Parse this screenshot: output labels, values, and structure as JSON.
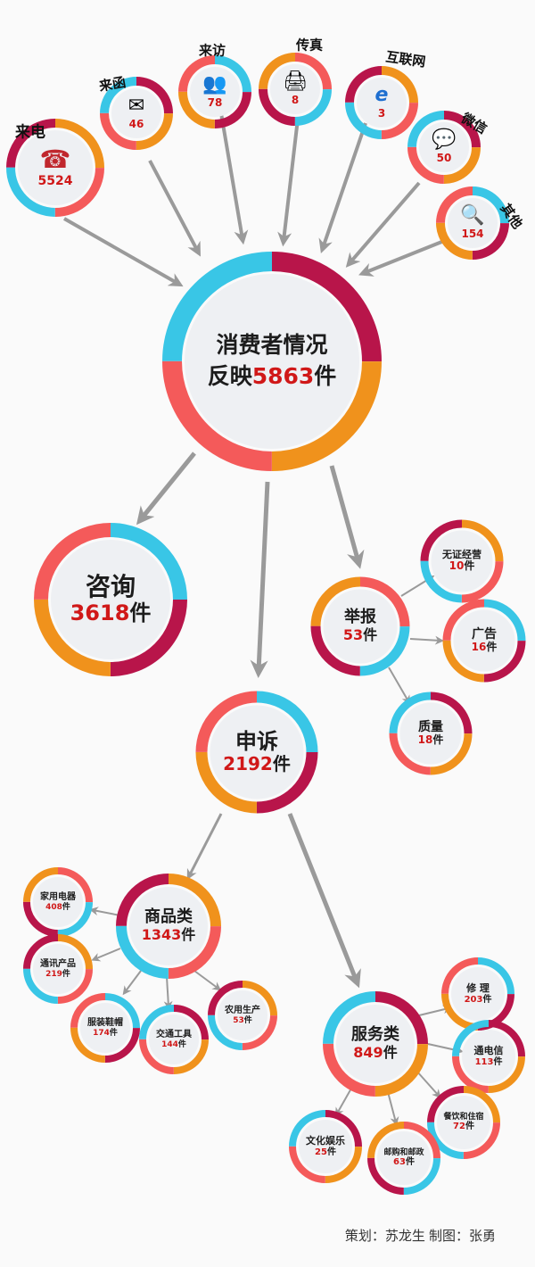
{
  "colors": {
    "red": "#b8154a",
    "orange": "#f0921c",
    "cyan": "#39c6e6",
    "coral": "#f45a5a",
    "number_red": "#d01818",
    "arrow_gray": "#9a9a9a"
  },
  "center": {
    "line1": "消费者情况",
    "line2_prefix": "反映",
    "line2_number": "5863",
    "line2_unit": "件"
  },
  "sources": [
    {
      "label": "来电",
      "value": "5524",
      "icon": "telephone-icon",
      "glyph": "☎"
    },
    {
      "label": "来函",
      "value": "46",
      "icon": "envelope-icon",
      "glyph": "✉"
    },
    {
      "label": "来访",
      "value": "78",
      "icon": "people-icon",
      "glyph": "👥"
    },
    {
      "label": "传真",
      "value": "8",
      "icon": "fax-icon",
      "glyph": "🖨"
    },
    {
      "label": "互联网",
      "value": "3",
      "icon": "internet-explorer-icon",
      "glyph": "e"
    },
    {
      "label": "微信",
      "value": "50",
      "icon": "wechat-icon",
      "glyph": "💬"
    },
    {
      "label": "其他",
      "value": "154",
      "icon": "magnifier-icon",
      "glyph": "🔍"
    }
  ],
  "consult": {
    "label": "咨询",
    "number": "3618",
    "unit": "件"
  },
  "report": {
    "label": "举报",
    "number": "53",
    "unit": "件",
    "children": [
      {
        "label": "无证经营",
        "number": "10",
        "unit": "件"
      },
      {
        "label": "广告",
        "number": "16",
        "unit": "件"
      },
      {
        "label": "质量",
        "number": "18",
        "unit": "件"
      }
    ]
  },
  "complaint": {
    "label": "申诉",
    "number": "2192",
    "unit": "件"
  },
  "goods": {
    "label": "商品类",
    "number": "1343",
    "unit": "件",
    "children": [
      {
        "label": "家用电器",
        "number": "408",
        "unit": "件"
      },
      {
        "label": "通讯产品",
        "number": "219",
        "unit": "件"
      },
      {
        "label": "服装鞋帽",
        "number": "174",
        "unit": "件"
      },
      {
        "label": "交通工具",
        "number": "144",
        "unit": "件"
      },
      {
        "label": "农用生产",
        "number": "53",
        "unit": "件"
      }
    ]
  },
  "services": {
    "label": "服务类",
    "number": "849",
    "unit": "件",
    "children": [
      {
        "label": "修 理",
        "number": "203",
        "unit": "件"
      },
      {
        "label": "通电信",
        "number": "113",
        "unit": "件"
      },
      {
        "label": "餐饮和住宿",
        "number": "72",
        "unit": "件"
      },
      {
        "label": "邮购和邮政",
        "number": "63",
        "unit": "件"
      },
      {
        "label": "文化娱乐",
        "number": "25",
        "unit": "件"
      }
    ]
  },
  "credit": "策划：苏龙生  制图：张勇"
}
